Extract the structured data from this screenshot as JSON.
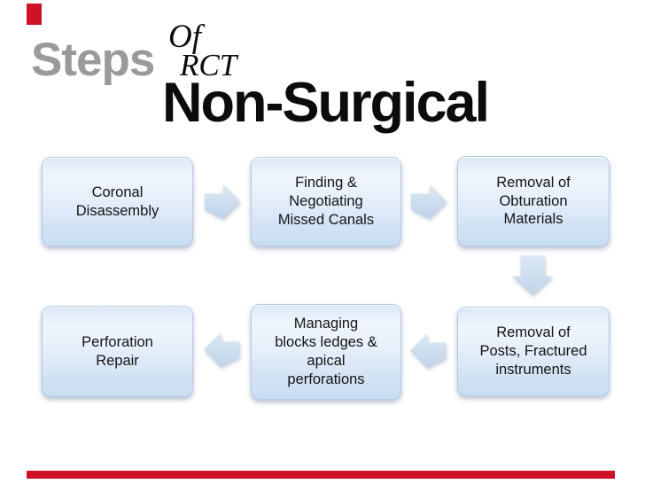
{
  "slide": {
    "title": {
      "steps": "Steps",
      "of": "Of",
      "rct": "RCT",
      "subtitle": "Non-Surgical"
    },
    "flow": {
      "boxes": [
        {
          "id": "coronal-disassembly",
          "label": "Coronal\nDisassembly"
        },
        {
          "id": "finding-negotiating-missed-canals",
          "label": "Finding &\nNegotiating\nMissed Canals"
        },
        {
          "id": "removal-of-obturation-materials",
          "label": "Removal of\nObturation\nMaterials"
        },
        {
          "id": "perforation-repair",
          "label": "Perforation\nRepair"
        },
        {
          "id": "managing-blocks-ledges",
          "label": "Managing\nblocks ledges &\napical\nperforations"
        },
        {
          "id": "removal-of-posts-fractured-instruments",
          "label": "Removal of\nPosts, Fractured\ninstruments"
        }
      ],
      "arrows": [
        {
          "id": "arrow-1",
          "direction": "right",
          "from": "coronal-disassembly",
          "to": "finding-negotiating-missed-canals"
        },
        {
          "id": "arrow-2",
          "direction": "right",
          "from": "finding-negotiating-missed-canals",
          "to": "removal-of-obturation-materials"
        },
        {
          "id": "arrow-3",
          "direction": "down",
          "from": "removal-of-obturation-materials",
          "to": "removal-of-posts-fractured-instruments"
        },
        {
          "id": "arrow-4",
          "direction": "left",
          "from": "removal-of-posts-fractured-instruments",
          "to": "managing-blocks-ledges"
        },
        {
          "id": "arrow-5",
          "direction": "left",
          "from": "managing-blocks-ledges",
          "to": "perforation-repair"
        }
      ]
    },
    "colors": {
      "accent_red": "#ce1126",
      "title_gray": "#9a9a9a",
      "title_black": "#0b0b0b",
      "box_border": "#b3cbe7",
      "box_fill_top": "#f0f6fd",
      "box_fill_bottom": "#c9def3",
      "arrow_fill": "#cbdcee",
      "box_text": "#141414"
    }
  }
}
